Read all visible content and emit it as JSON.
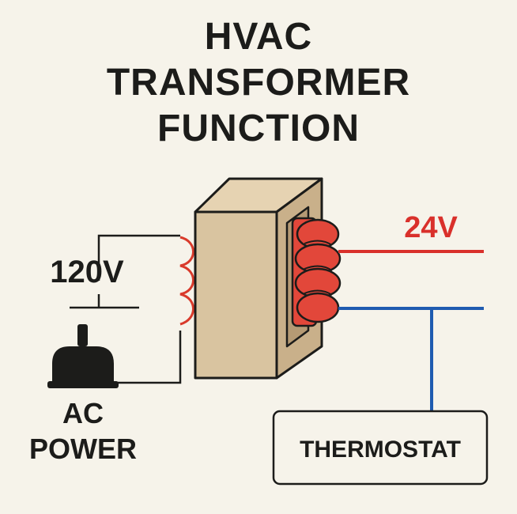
{
  "title": {
    "line1": "HVAC",
    "line2": "TRANSFORMER",
    "line3": "FUNCTION"
  },
  "labels": {
    "input_voltage": "120V",
    "output_voltage": "24V",
    "source_line1": "AC",
    "source_line2": "POWER",
    "thermostat": "THERMOSTAT"
  },
  "colors": {
    "background": "#f6f3ea",
    "ink": "#1c1c1a",
    "core": "#d9c4a0",
    "primary_coil": "#d93a2b",
    "secondary_coil": "#e2473a",
    "hot_wire": "#d9302b",
    "common_wire": "#1f5bb0"
  },
  "icons": {
    "plug": "plug-icon",
    "transformer": "transformer-icon",
    "primary_coil": "coil-icon",
    "secondary_coil": "coil-icon"
  }
}
